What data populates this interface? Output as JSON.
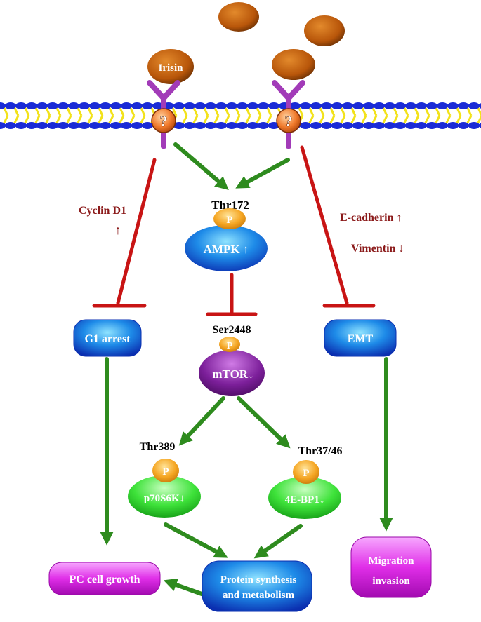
{
  "ligand": {
    "label": "Irisin"
  },
  "receptor": {
    "symbol": "?"
  },
  "colors": {
    "ligand": "#b8560a",
    "membrane_blue": "#1a2bd6",
    "membrane_yellow": "#f2e21a",
    "receptor": "#a23bb8",
    "activation": "#2e8b1e",
    "inhibition": "#c81414",
    "annotation_text": "#8b1a1a",
    "phospho": "#f5a623"
  },
  "phospho_label": "P",
  "nodes": {
    "ampk": {
      "label": "AMPK ↑",
      "site": "Thr172"
    },
    "mtor": {
      "label": "mTOR↓",
      "site": "Ser2448"
    },
    "p70s6k": {
      "label": "p70S6K↓",
      "site": "Thr389"
    },
    "ebp1": {
      "label": "4E-BP1↓",
      "site": "Thr37/46"
    },
    "g1": {
      "label": "G1 arrest"
    },
    "emt": {
      "label": "EMT"
    },
    "pc_growth": {
      "label": "PC cell growth"
    },
    "protein": {
      "line1": "Protein synthesis",
      "line2": "and metabolism"
    },
    "migration": {
      "line1": "Migration",
      "line2": "invasion"
    }
  },
  "annotations": {
    "cyclin": "Cyclin D1",
    "cyclin_arrow": "↑",
    "ecad": "E-cadherin ↑",
    "vimentin": "Vimentin ↓"
  }
}
